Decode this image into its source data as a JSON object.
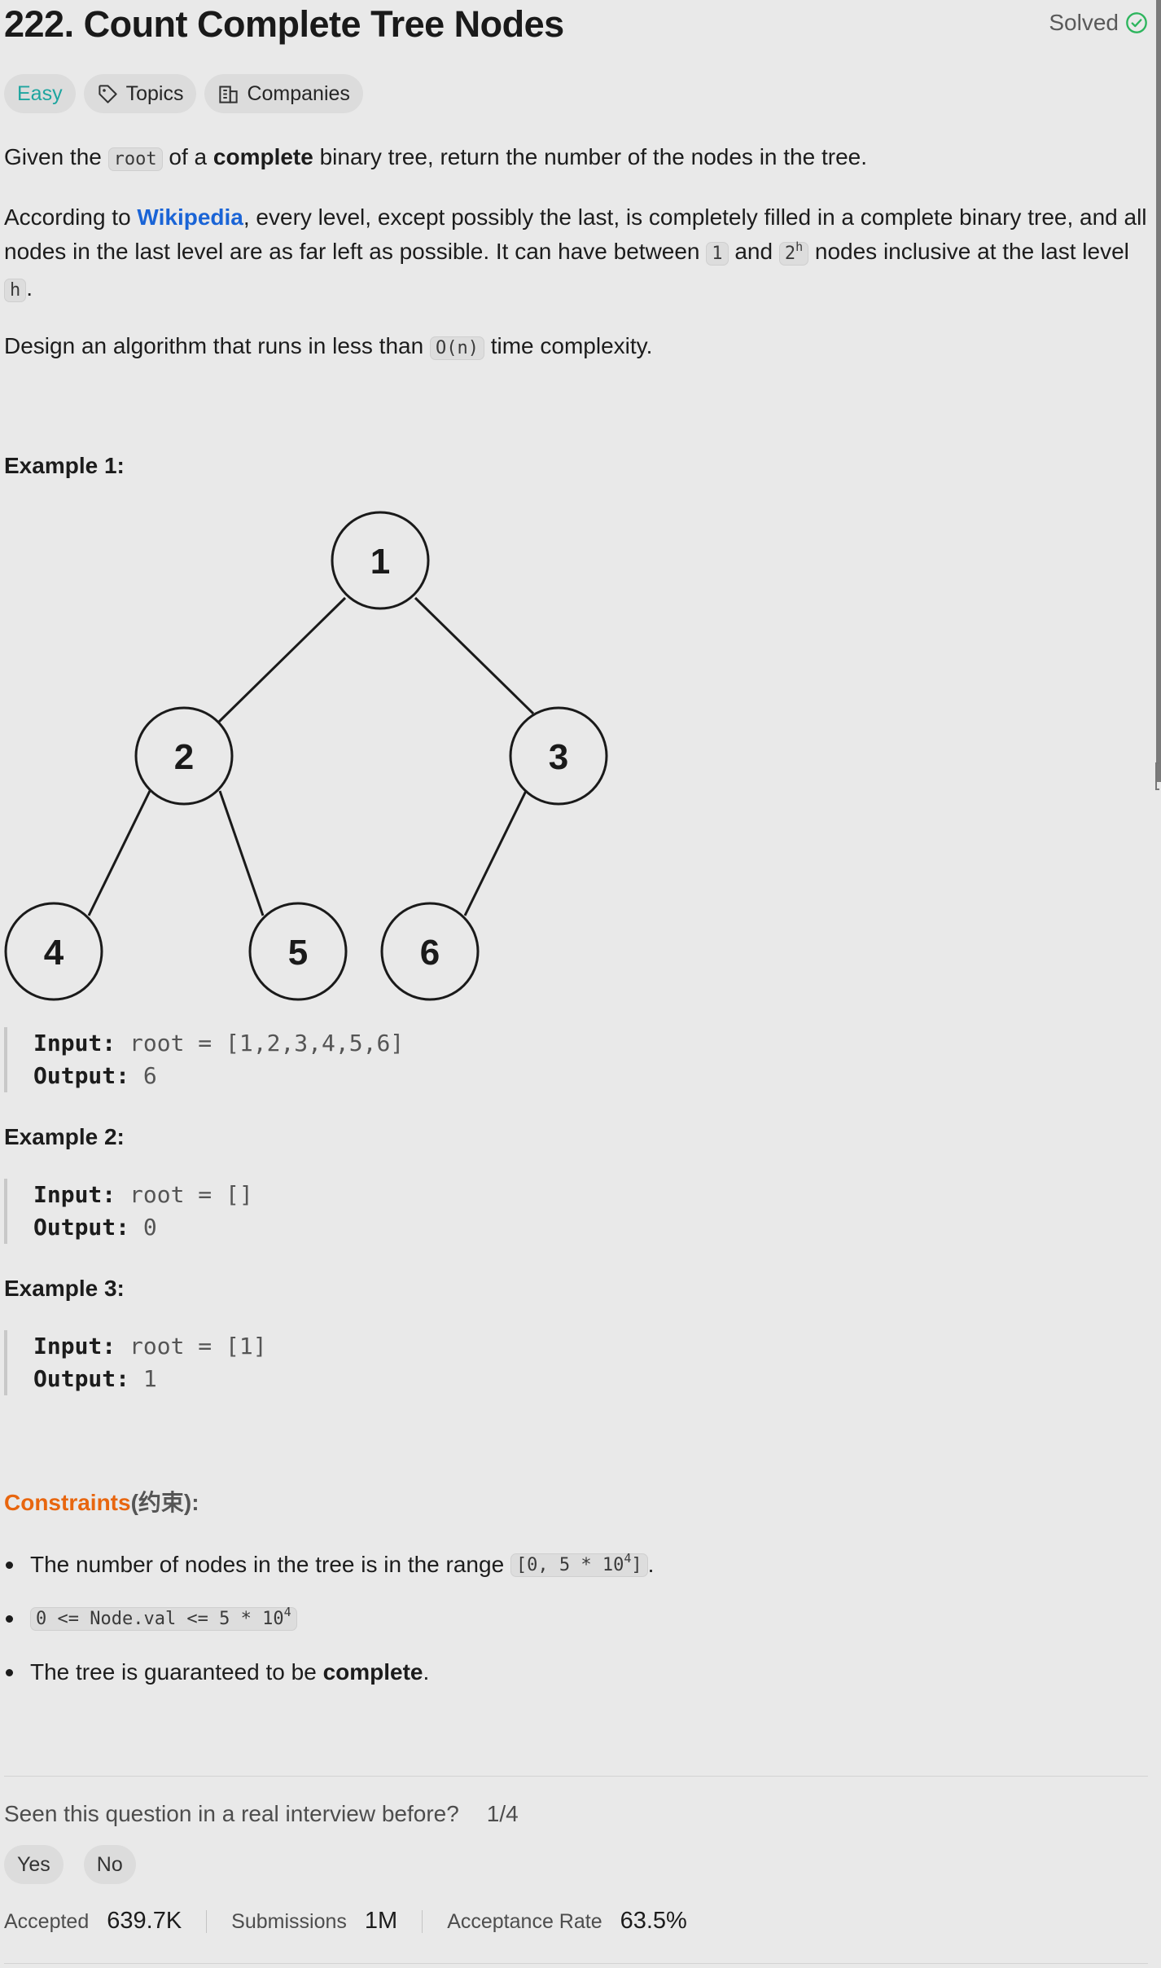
{
  "problem": {
    "title": "222. Count Complete Tree Nodes",
    "status": "Solved"
  },
  "tags": {
    "difficulty": "Easy",
    "topics": "Topics",
    "companies": "Companies"
  },
  "description": {
    "p1": {
      "a": "Given the ",
      "code": "root",
      "b": " of a ",
      "bold": "complete",
      "c": " binary tree, return the number of the nodes in the tree."
    },
    "p2": {
      "a": "According to ",
      "link": "Wikipedia",
      "b": ", every level, except possibly the last, is completely filled in a complete binary tree, and all nodes in the last level are as far left as possible. It can have between ",
      "code1": "1",
      "c": " and ",
      "code2_base": "2",
      "code2_sup": "h",
      "d": " nodes inclusive at the last level ",
      "code3": "h",
      "e": "."
    },
    "p3": {
      "a": "Design an algorithm that runs in less than ",
      "code": "O(n)",
      "b": " time complexity."
    }
  },
  "examples": [
    {
      "heading": "Example 1:",
      "input_label": "Input:",
      "input": "root = [1,2,3,4,5,6]",
      "output_label": "Output:",
      "output": "6"
    },
    {
      "heading": "Example 2:",
      "input_label": "Input:",
      "input": "root = []",
      "output_label": "Output:",
      "output": "0"
    },
    {
      "heading": "Example 3:",
      "input_label": "Input:",
      "input": "root = [1]",
      "output_label": "Output:",
      "output": "1"
    }
  ],
  "tree": {
    "nodes": [
      "1",
      "2",
      "3",
      "4",
      "5",
      "6"
    ]
  },
  "constraints": {
    "title": "Constraints",
    "title_suffix": "(约束):",
    "c1": {
      "a": "The number of nodes in the tree is in the range ",
      "code_a": "[0, 5 * 10",
      "code_sup": "4",
      "code_b": "]",
      "b": "."
    },
    "c2": {
      "code_a": "0 <= Node.val <= 5 * 10",
      "code_sup": "4"
    },
    "c3": {
      "a": "The tree is guaranteed to be ",
      "bold": "complete",
      "b": "."
    }
  },
  "interview": {
    "question": "Seen this question in a real interview before?",
    "count": "1/4",
    "yes": "Yes",
    "no": "No"
  },
  "stats": {
    "accepted_label": "Accepted",
    "accepted_value": "639.7K",
    "submissions_label": "Submissions",
    "submissions_value": "1M",
    "rate_label": "Acceptance Rate",
    "rate_value": "63.5%"
  },
  "colors": {
    "background": "#e9e9e9",
    "easy": "#1ea59f",
    "link": "#1a64d6",
    "solved_check": "#2db55d",
    "constraints": "#e8660f"
  },
  "icons": [
    "check-circle-icon",
    "tag-icon",
    "building-icon"
  ]
}
